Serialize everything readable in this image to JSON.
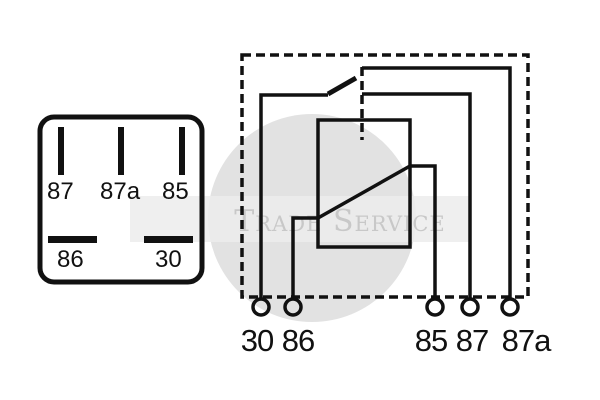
{
  "watermark": "Trade Service",
  "pinout_view": {
    "top_pins": [
      "87",
      "87a",
      "85"
    ],
    "bottom_pins": [
      "86",
      "30"
    ]
  },
  "schematic": {
    "terminals": [
      "30",
      "86",
      "85",
      "87",
      "87a"
    ]
  },
  "colors": {
    "line": "#111111",
    "watermark": "#dcdcdc"
  }
}
